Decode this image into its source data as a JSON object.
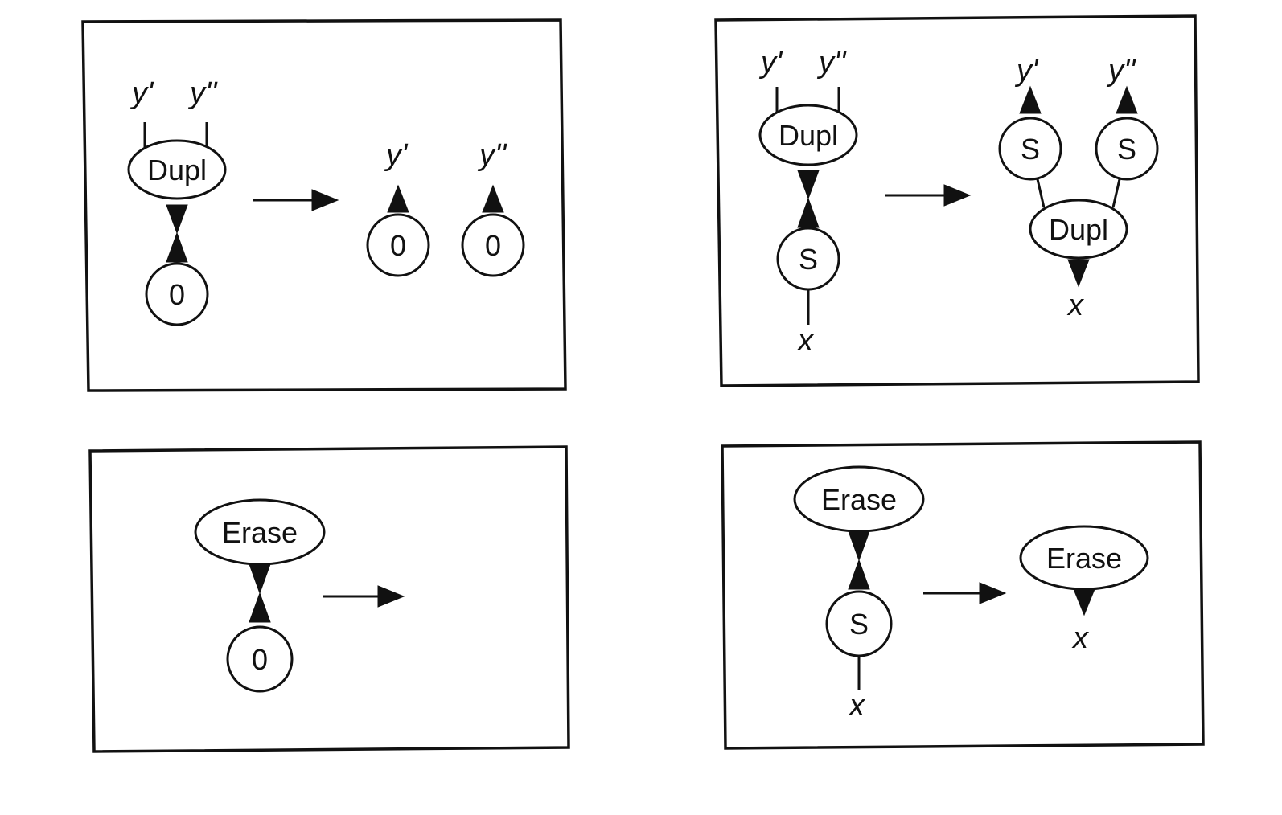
{
  "colors": {
    "ink": "#111111",
    "background": "#ffffff"
  },
  "labels": {
    "dupl": "Dupl",
    "erase": "Erase",
    "zero": "0",
    "succ": "S",
    "y1": "y'",
    "y2": "y''",
    "x": "x"
  }
}
